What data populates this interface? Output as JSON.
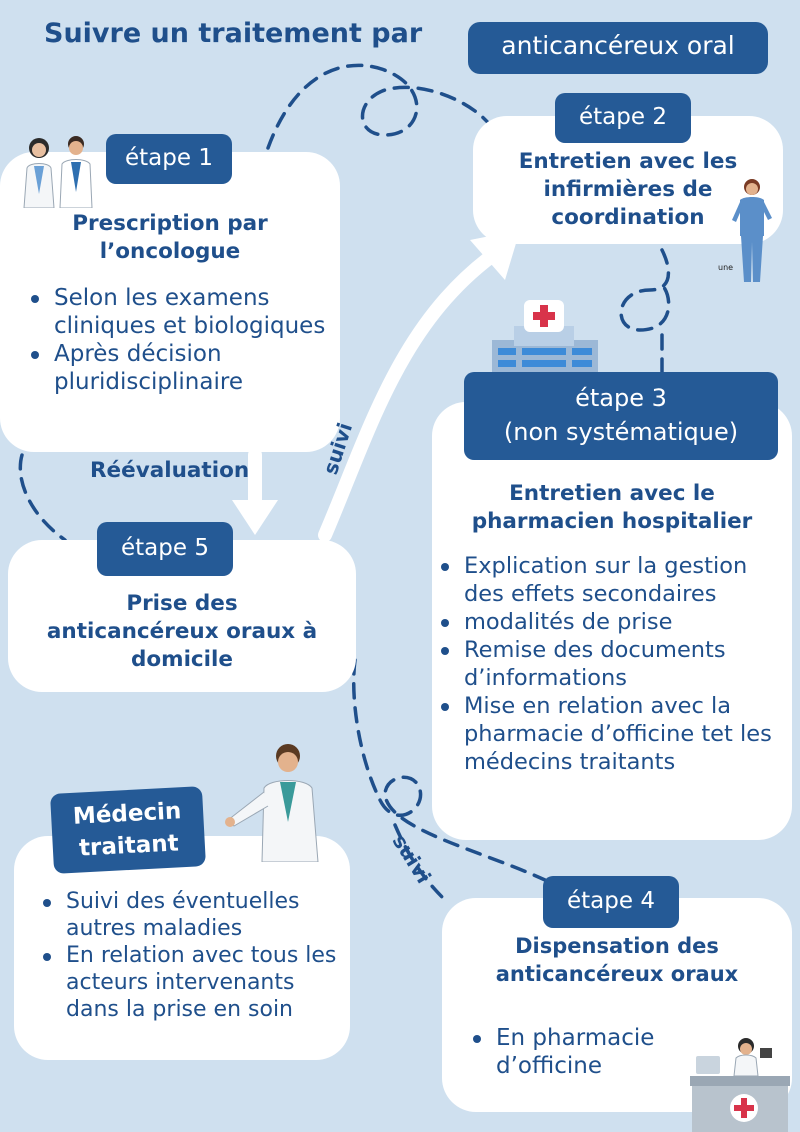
{
  "header": {
    "title": "Suivre un traitement par",
    "title_pill": "anticancéreux oral"
  },
  "etape1": {
    "badge": "étape 1",
    "title": "Prescription par\nl’oncologue",
    "items": [
      "Selon les examens cliniques et biologiques",
      "Après décision pluridisciplinaire"
    ]
  },
  "etape2": {
    "badge": "étape 2",
    "title": "Entretien avec les\ninfirmières de\ncoordination",
    "figure_caption": "une"
  },
  "etape3": {
    "badge_line1": "étape 3",
    "badge_line2": "(non systématique)",
    "title": "Entretien avec le\npharmacien hospitalier",
    "items": [
      "Explication sur la gestion des effets secondaires",
      "modalités de prise",
      "Remise des documents d’informations",
      "Mise en relation avec la pharmacie d’officine tet les médecins traitants"
    ]
  },
  "etape4": {
    "badge": "étape 4",
    "title": "Dispensation des\nanticancéreux oraux",
    "items": [
      "En pharmacie d’officine"
    ]
  },
  "etape5": {
    "badge": "étape 5",
    "title": "Prise des\nanticancéreux oraux à\ndomicile"
  },
  "medecin": {
    "badge": "Médecin\ntraitant",
    "items": [
      "Suivi des éventuelles autres maladies",
      "En relation avec tous les acteurs intervenants dans la prise en soin"
    ]
  },
  "labels": {
    "reevaluation": "Réévaluation",
    "suivi_1": "suivi",
    "suivi_2": "suivi"
  },
  "colors": {
    "background": "#cfe0ef",
    "navy": "#1f4f8b",
    "pill": "#255a96",
    "card": "#ffffff",
    "red_cross": "#d8334a"
  }
}
